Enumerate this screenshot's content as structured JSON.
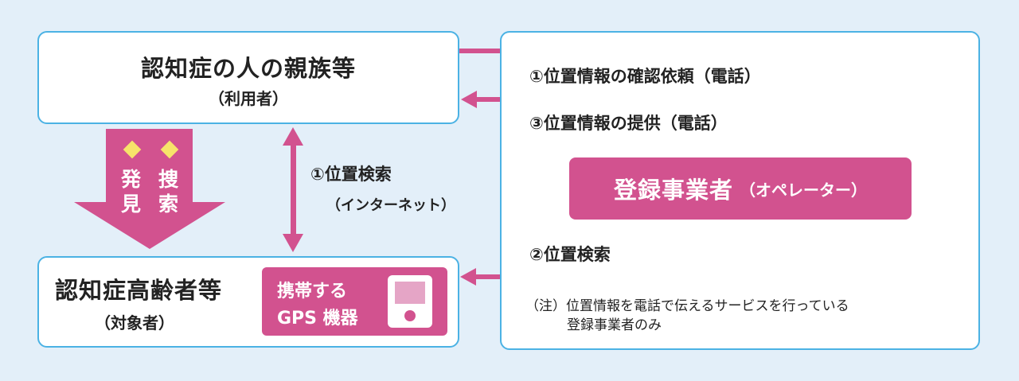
{
  "family": {
    "title": "認知症の人の親族等",
    "subtitle": "（利用者）"
  },
  "elderly": {
    "title": "認知症高齢者等",
    "subtitle": "（対象者）"
  },
  "gps": {
    "line1": "携帯する",
    "line2": "GPS 機器"
  },
  "operator": {
    "main": "登録事業者",
    "role": "（オペレーター）"
  },
  "arrow_labels": {
    "request": "①位置情報の確認依頼（電話）",
    "provide": "③位置情報の提供（電話）",
    "search_op": "②位置検索",
    "search_user": "①位置検索",
    "search_user_via": "（インターネット）"
  },
  "big_arrow": {
    "left_text": [
      "発",
      "見"
    ],
    "right_text": [
      "捜",
      "索"
    ]
  },
  "note": {
    "line1": "（注）位置情報を電話で伝えるサービスを行っている",
    "line2": "登録事業者のみ"
  },
  "colors": {
    "accent": "#d2528f",
    "border": "#4bb2e4",
    "background": "#e3eff9",
    "diamond": "#f7e36a"
  }
}
